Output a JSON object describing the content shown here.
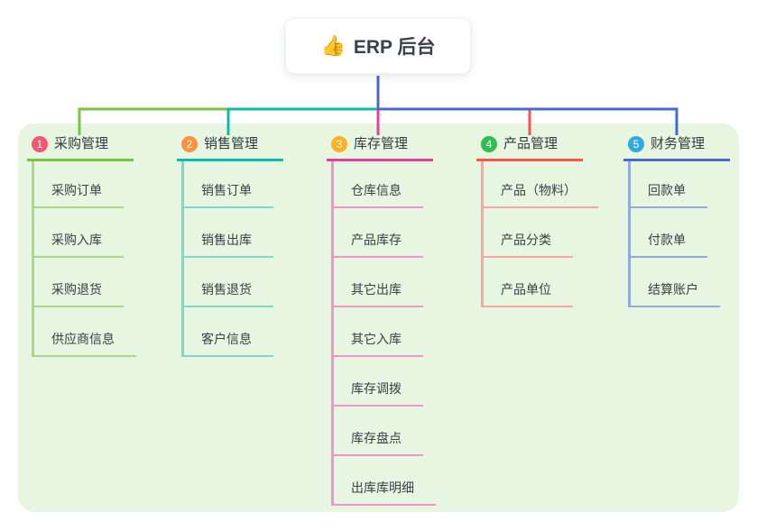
{
  "root": {
    "icon": "👍",
    "label": "ERP 后台"
  },
  "branches": [
    {
      "number": "1",
      "label": "采购管理",
      "badge_color": "#f25670",
      "line_color": "#7bc143",
      "child_line_color": "#a9d887",
      "children": [
        "采购订单",
        "采购入库",
        "采购退货",
        "供应商信息"
      ]
    },
    {
      "number": "2",
      "label": "销售管理",
      "badge_color": "#ff9142",
      "line_color": "#0cbcab",
      "child_line_color": "#7ed8cb",
      "children": [
        "销售订单",
        "销售出库",
        "销售退货",
        "客户信息"
      ]
    },
    {
      "number": "3",
      "label": "库存管理",
      "badge_color": "#ffb024",
      "line_color": "#e0419f",
      "child_line_color": "#f392cb",
      "children": [
        "仓库信息",
        "产品库存",
        "其它出库",
        "其它入库",
        "库存调拨",
        "库存盘点",
        "出库库明细"
      ]
    },
    {
      "number": "4",
      "label": "产品管理",
      "badge_color": "#2ebd4e",
      "line_color": "#fa544d",
      "child_line_color": "#fca49e",
      "children": [
        "产品（物料）",
        "产品分类",
        "产品单位"
      ]
    },
    {
      "number": "5",
      "label": "财务管理",
      "badge_color": "#31a9dd",
      "line_color": "#4a68ce",
      "child_line_color": "#94aade",
      "children": [
        "回款单",
        "付款单",
        "结算账户"
      ]
    }
  ],
  "colors": {
    "panel_bg": "#e6f6e0",
    "root_connector": "#4a68ce",
    "header_text": "#333a43",
    "child_text": "#3a4049"
  }
}
